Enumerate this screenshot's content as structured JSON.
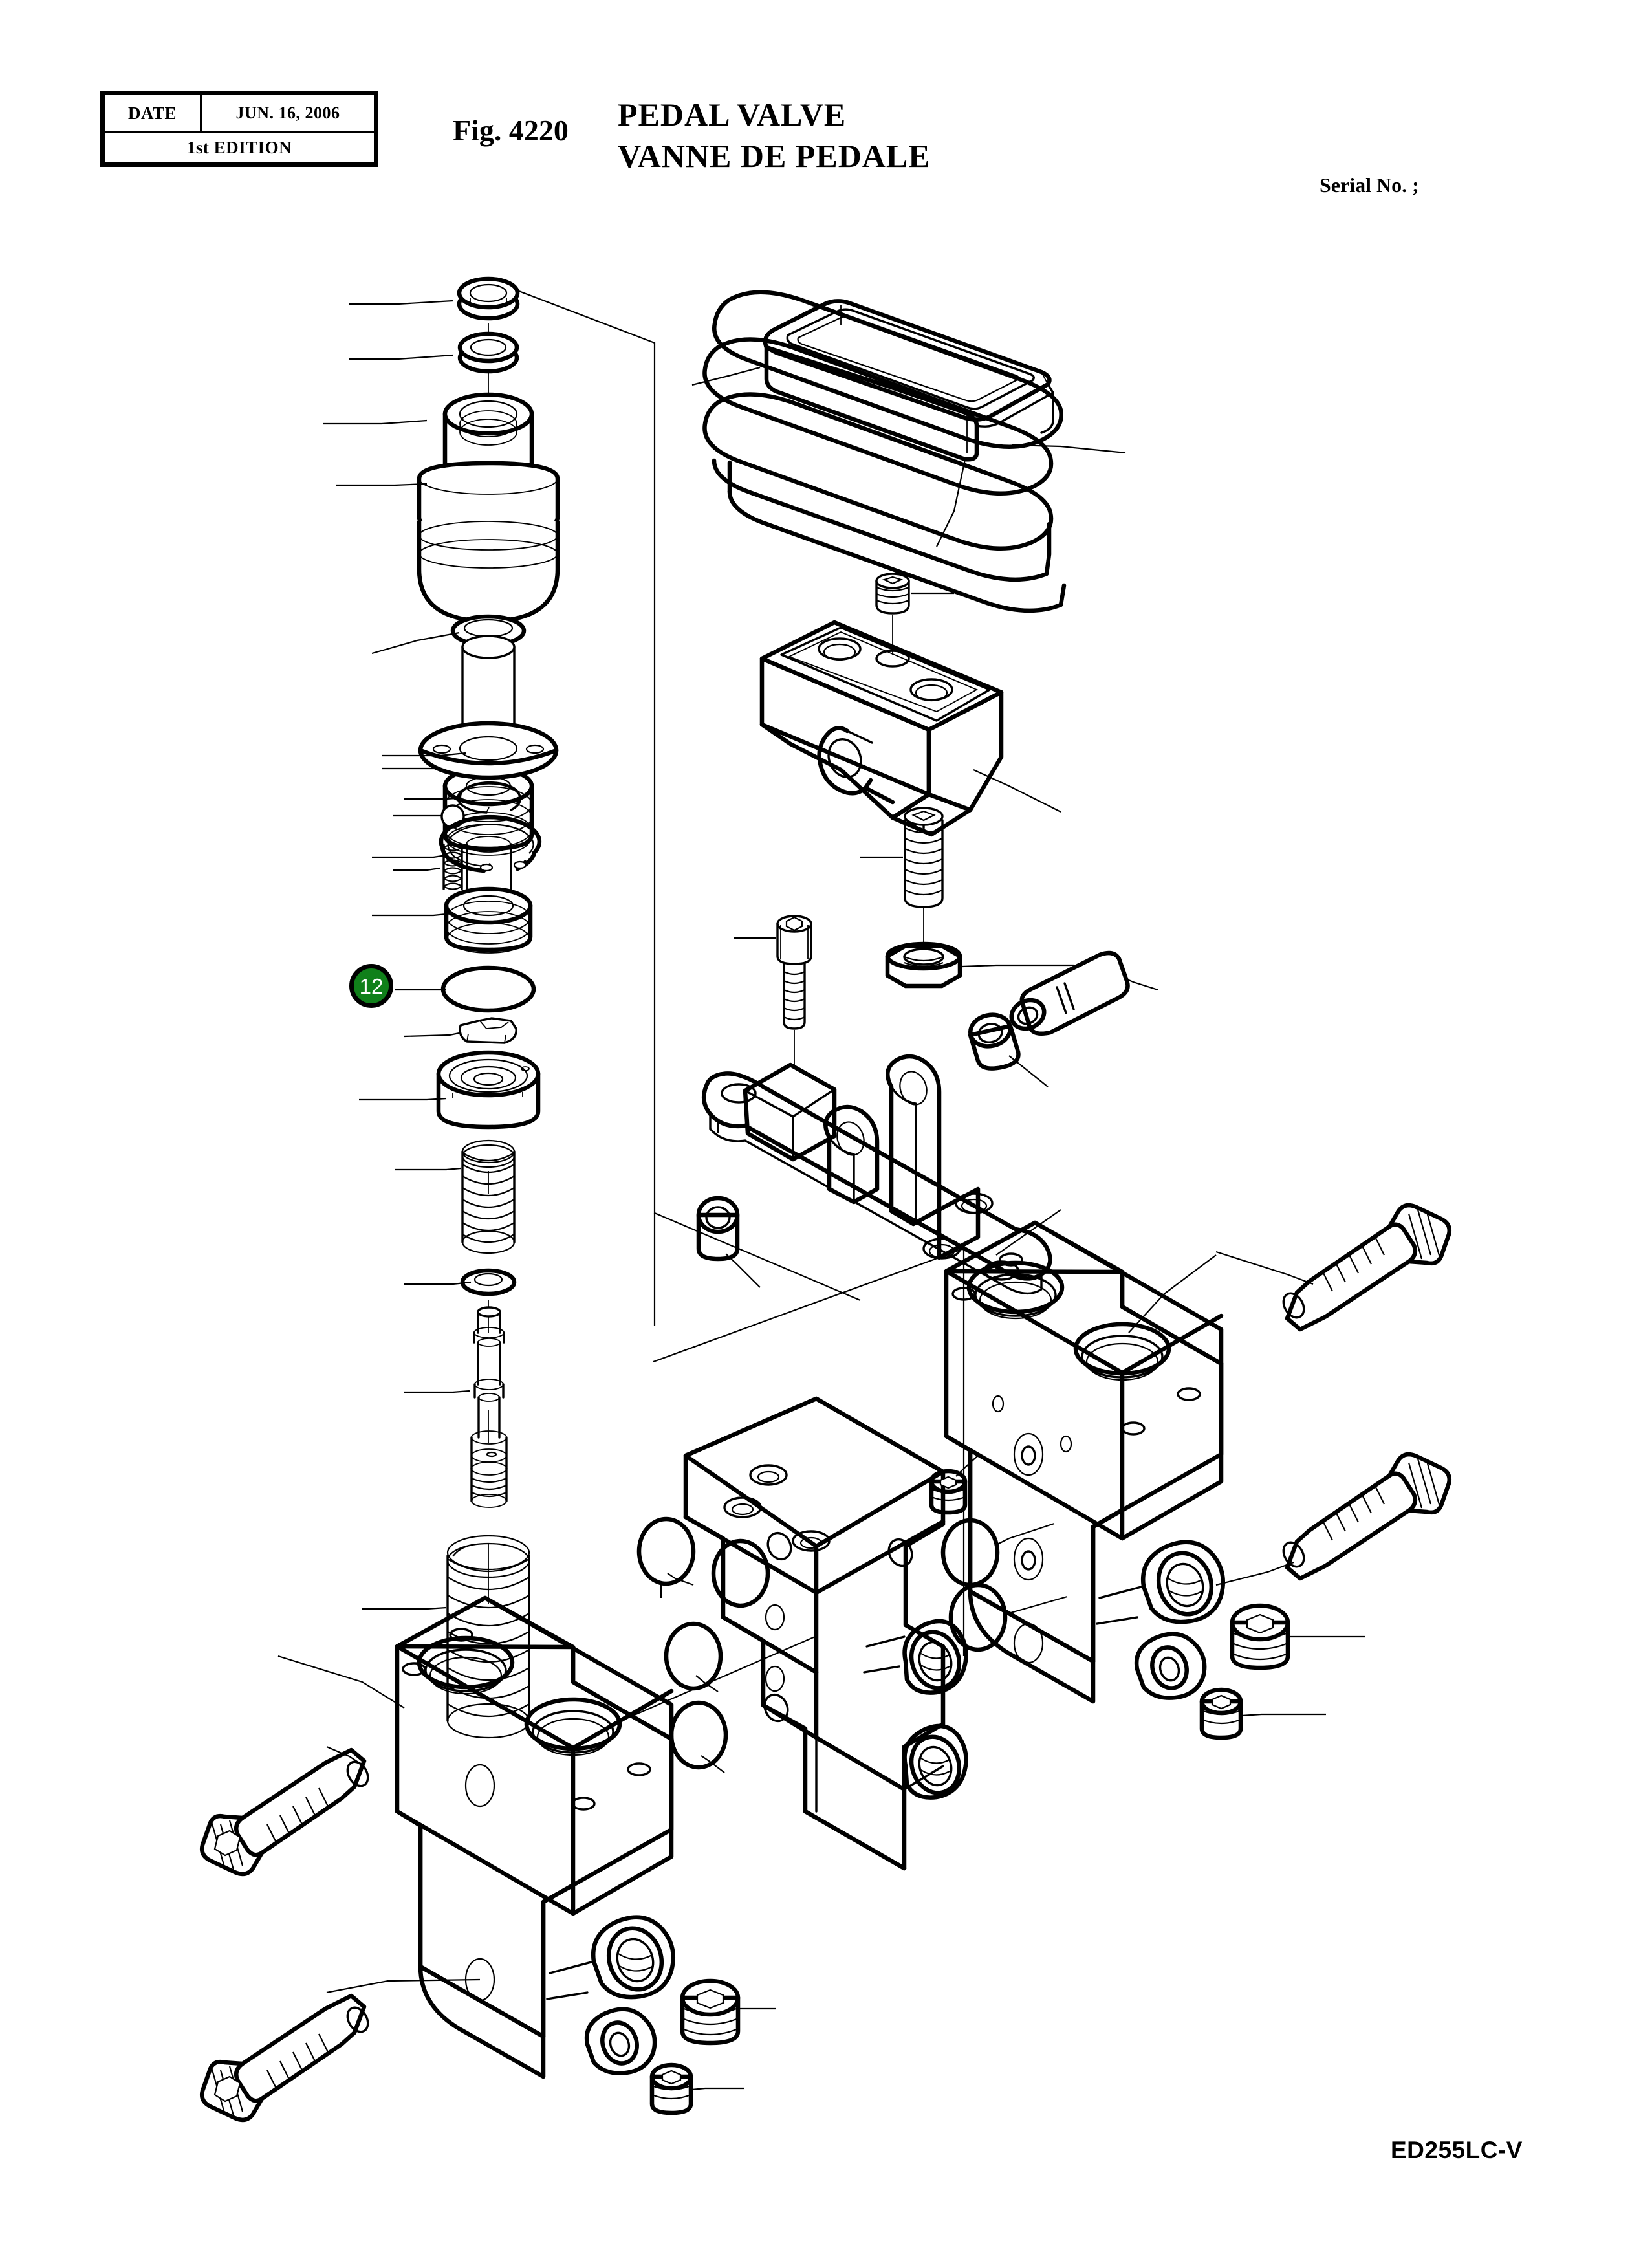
{
  "header": {
    "date_label": "DATE",
    "date_value": "JUN. 16, 2006",
    "edition": "1st EDITION",
    "figure_number": "Fig. 4220",
    "title_en": "PEDAL  VALVE",
    "title_fr": "VANNE  DE  PEDALE",
    "serial_label": "Serial No. ;"
  },
  "footer": {
    "model": "ED255LC-V"
  },
  "callouts": [
    {
      "id": "12",
      "number": "12",
      "color": "#10801a",
      "text_color": "#ffffff"
    }
  ],
  "diagram": {
    "type": "exploded-parts-assembly",
    "title": "PEDAL VALVE / VANNE DE PEDALE",
    "groups": [
      {
        "name": "plunger-stack-column",
        "parts": [
          "dust-seal-ring-upper",
          "o-ring-upper",
          "plunger-guide-bushing",
          "o-ring-lower-bushing",
          "plunger-rod",
          "plunger-head-with-grooves",
          "steel-ball",
          "small-compression-spring",
          "spring-seat-disc-plate",
          "retaining-ring-small",
          "snap-ring-large",
          "seal-stack-washer",
          "o-ring-seal",
          "backup-washer",
          "spring-seat-cup",
          "compression-spring-upper",
          "washer-flat",
          "spool-valve",
          "compression-spring-lower"
        ]
      },
      {
        "name": "pedal-pad-boot",
        "parts": [
          "rubber-pedal-pad-bellows"
        ]
      },
      {
        "name": "pedal-bracket",
        "parts": [
          "set-screw-upper",
          "pedal-bracket-body",
          "adjusting-screw",
          "hex-nut"
        ]
      },
      {
        "name": "pivot-base-assembly",
        "parts": [
          "socket-head-cap-screw",
          "pivot-base-plate",
          "bushing-left",
          "bushing-right",
          "pivot-pin"
        ]
      },
      {
        "name": "valve-body-right",
        "parts": [
          "valve-body-block-right",
          "cap-screw-long-upper",
          "cap-screw-long-lower",
          "plug-large",
          "plug-small"
        ]
      },
      {
        "name": "manifold-plate-center",
        "parts": [
          "manifold-plate",
          "o-ring-port-1",
          "o-ring-port-2",
          "o-ring-port-3",
          "o-ring-port-4",
          "set-screw-plate"
        ]
      },
      {
        "name": "valve-body-left",
        "parts": [
          "valve-body-block-left",
          "cap-screw-left-upper",
          "cap-screw-left-lower",
          "plug-large-left",
          "plug-small-left"
        ]
      }
    ]
  }
}
